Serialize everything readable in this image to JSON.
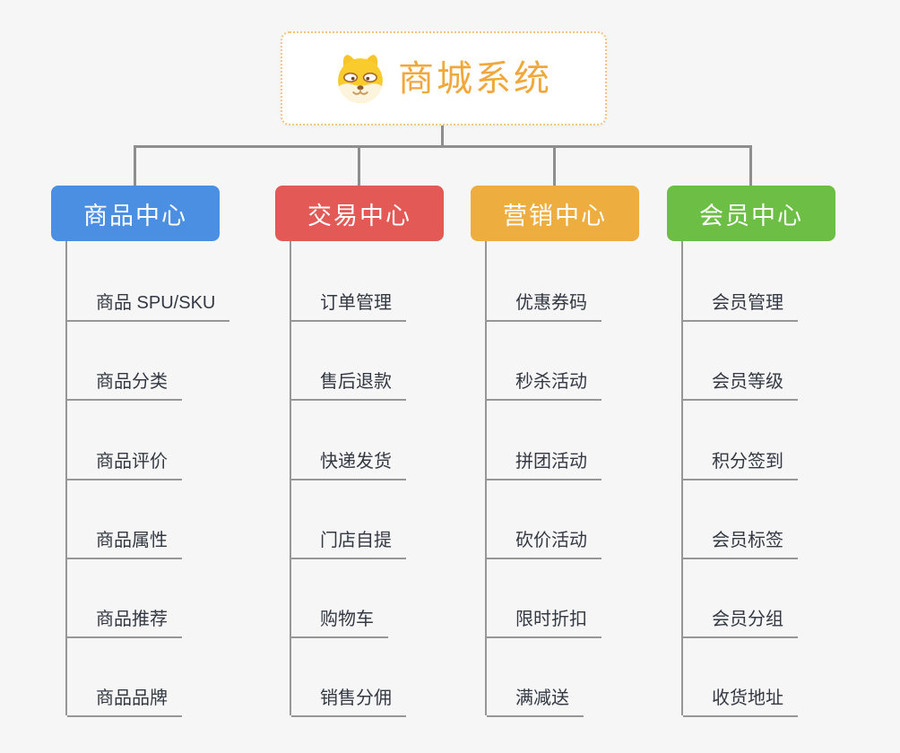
{
  "root": {
    "title": "商城系统",
    "icon": "shiba-dog-icon",
    "text_color": "#f0a83c",
    "border_color": "#f2c57f"
  },
  "colors": {
    "background": "#f6f6f7",
    "connector": "#8e8e8e",
    "leaf_line": "#979797",
    "leaf_text": "#333843"
  },
  "branches": [
    {
      "label": "商品中心",
      "color": "#4b8fe2",
      "children": [
        "商品 SPU/SKU",
        "商品分类",
        "商品评价",
        "商品属性",
        "商品推荐",
        "商品品牌"
      ]
    },
    {
      "label": "交易中心",
      "color": "#e25955",
      "children": [
        "订单管理",
        "售后退款",
        "快递发货",
        "门店自提",
        "购物车",
        "销售分佣"
      ]
    },
    {
      "label": "营销中心",
      "color": "#eead3f",
      "children": [
        "优惠券码",
        "秒杀活动",
        "拼团活动",
        "砍价活动",
        "限时折扣",
        "满减送"
      ]
    },
    {
      "label": "会员中心",
      "color": "#6cbe44",
      "children": [
        "会员管理",
        "会员等级",
        "积分签到",
        "会员标签",
        "会员分组",
        "收货地址"
      ]
    }
  ]
}
